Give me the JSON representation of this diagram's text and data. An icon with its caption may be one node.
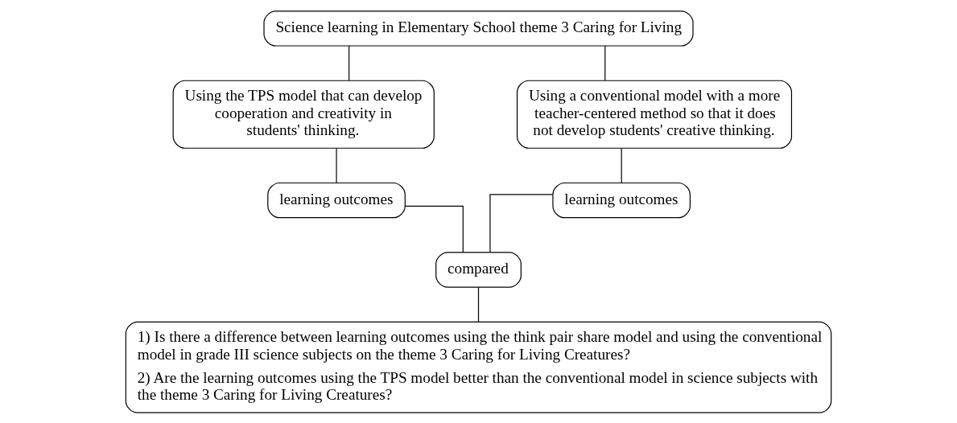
{
  "diagram": {
    "nodes": [
      {
        "text": [
          "Science learning in Elementary School theme 3 Caring for Living"
        ]
      },
      {
        "text": [
          "Using the TPS model that can develop cooperation and creativity in students' thinking."
        ]
      },
      {
        "text": [
          "Using a conventional model with a more teacher-centered method so that it does not develop students' creative thinking."
        ]
      },
      {
        "text": [
          "learning outcomes"
        ]
      },
      {
        "text": [
          "learning outcomes"
        ]
      },
      {
        "text": [
          "compared"
        ]
      },
      {
        "text": [
          "1) Is there a difference between learning outcomes using the think pair share model and using the conventional model in grade III science subjects on the theme 3 Caring for Living Creatures?",
          "2) Are the learning outcomes using the TPS model better than the conventional model in science subjects with the theme 3 Caring for Living Creatures?"
        ]
      }
    ],
    "edges": [
      {
        "from": 0,
        "to": 1,
        "arrow": "none"
      },
      {
        "from": 0,
        "to": 2,
        "arrow": "none"
      },
      {
        "from": 1,
        "to": 3,
        "arrow": "none"
      },
      {
        "from": 2,
        "to": 4,
        "arrow": "none"
      },
      {
        "from": 3,
        "to": 5,
        "arrow": "none"
      },
      {
        "from": 4,
        "to": 5,
        "arrow": "none"
      },
      {
        "from": 5,
        "to": 6,
        "arrow": "none"
      }
    ]
  }
}
